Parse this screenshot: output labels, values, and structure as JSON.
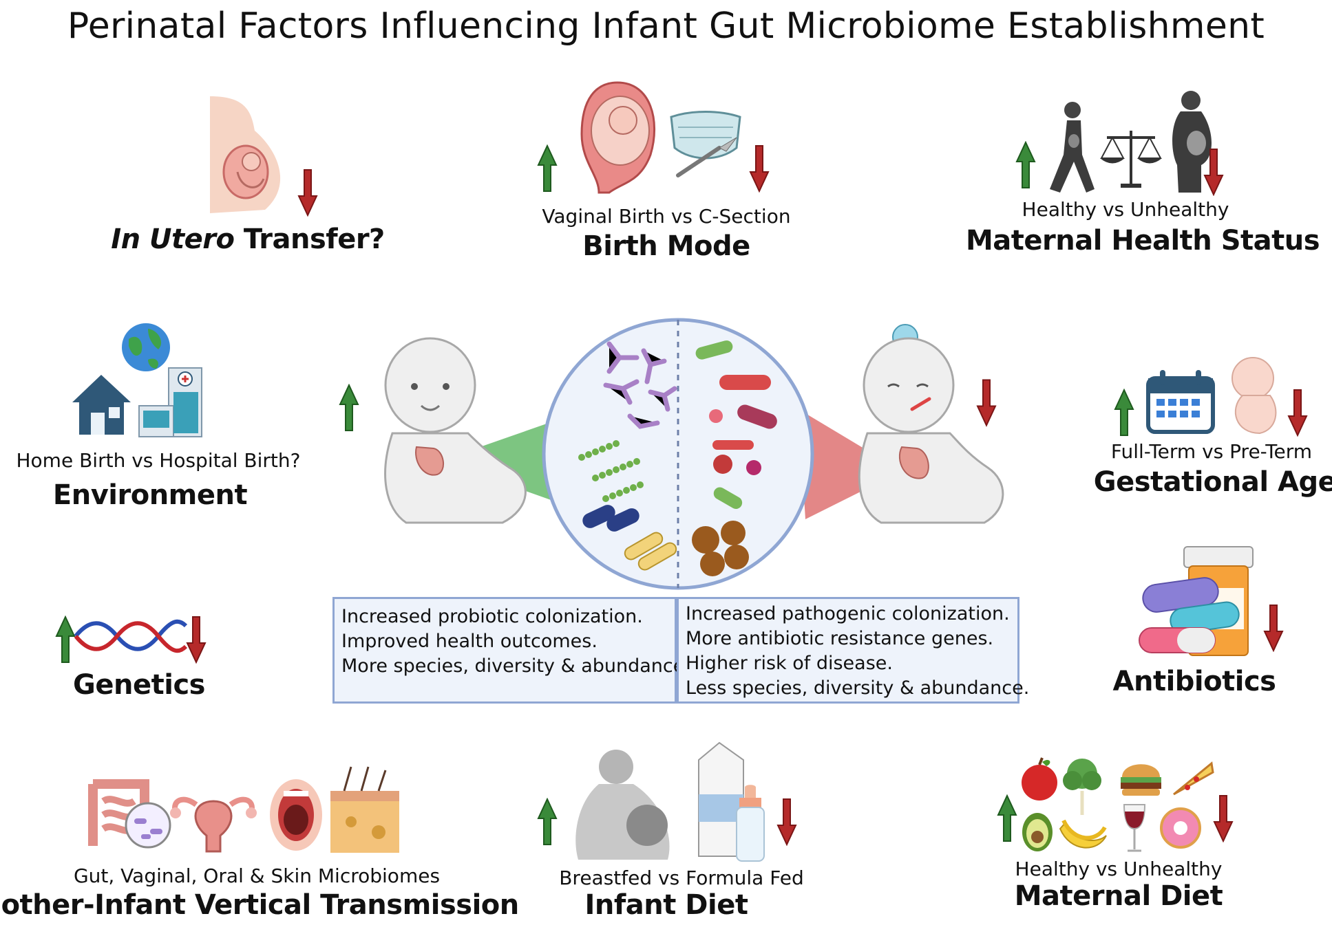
{
  "title": "Perinatal Factors Influencing Infant Gut Microbiome Establishment",
  "colors": {
    "up_arrow": "#3a8a3a",
    "down_arrow": "#b52a2a",
    "box_border": "#8fa6d3",
    "box_fill": "#eef3fb",
    "green_cone": "#6fbf73",
    "red_cone": "#e07a7a"
  },
  "factors": {
    "in_utero": {
      "heading_italic": "In Utero",
      "heading_rest": " Transfer?",
      "arrows": [
        "down"
      ]
    },
    "birth_mode": {
      "subtitle": "Vaginal Birth vs C-Section",
      "heading": "Birth Mode",
      "arrows": [
        "up",
        "down"
      ]
    },
    "maternal_health": {
      "subtitle": "Healthy vs Unhealthy",
      "heading": "Maternal Health Status",
      "arrows": [
        "up",
        "down"
      ]
    },
    "environment": {
      "subtitle": "Home Birth vs Hospital Birth?",
      "heading": "Environment",
      "arrows": [
        "up"
      ]
    },
    "gestational_age": {
      "subtitle": "Full-Term vs Pre-Term",
      "heading": "Gestational Age",
      "arrows": [
        "up",
        "down"
      ]
    },
    "genetics": {
      "heading": "Genetics",
      "arrows": [
        "up",
        "down"
      ]
    },
    "antibiotics": {
      "heading": "Antibiotics",
      "arrows": [
        "down"
      ]
    },
    "vertical_transmission": {
      "subtitle": "Gut, Vaginal, Oral & Skin Microbiomes",
      "heading": "Mother-Infant Vertical Transmission"
    },
    "infant_diet": {
      "subtitle": "Breastfed vs Formula Fed",
      "heading": "Infant Diet",
      "arrows": [
        "up",
        "down"
      ]
    },
    "maternal_diet": {
      "subtitle": "Healthy vs Unhealthy",
      "heading": "Maternal Diet",
      "arrows": [
        "up",
        "down"
      ]
    }
  },
  "outcomes": {
    "healthy": [
      "Increased probiotic colonization.",
      "Improved health outcomes.",
      "More species, diversity & abundance."
    ],
    "unhealthy": [
      "Increased pathogenic colonization.",
      "More antibiotic resistance genes.",
      "Higher risk of disease.",
      "Less species, diversity & abundance."
    ]
  },
  "icons": [
    "pregnant-belly-icon",
    "uterus-fetus-icon",
    "surgical-mask-icon",
    "scalpel-icon",
    "walking-woman-icon",
    "scale-icon",
    "pregnant-woman-icon",
    "globe-icon",
    "house-icon",
    "hospital-icon",
    "calendar-icon",
    "fetus-icon",
    "dna-icon",
    "pill-bottle-icon",
    "capsule-icon",
    "intestine-icon",
    "uterus-icon",
    "mouth-icon",
    "skin-icon",
    "breastfeeding-icon",
    "milk-carton-icon",
    "baby-bottle-icon",
    "apple-icon",
    "lettuce-icon",
    "avocado-icon",
    "banana-icon",
    "burger-icon",
    "pizza-icon",
    "wine-icon",
    "donut-icon",
    "healthy-baby-icon",
    "sick-baby-icon",
    "microbe-circle-icon"
  ]
}
